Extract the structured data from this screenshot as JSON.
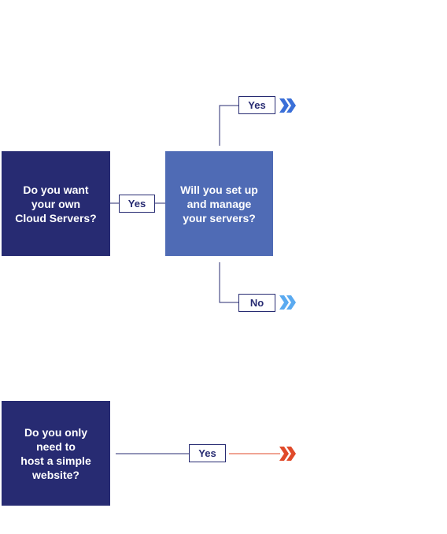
{
  "questions": {
    "q1": "Do you want\nyour own\nCloud Servers?",
    "q2": "Will you set up\nand manage\nyour servers?",
    "q3": "Do you only\nneed to\nhost a simple\nwebsite?"
  },
  "labels": {
    "q1_yes": "Yes",
    "q2_yes": "Yes",
    "q2_no": "No",
    "q3_yes": "Yes"
  },
  "colors": {
    "dark_navy": "#272b72",
    "medium_blue": "#4f6bb5",
    "arrow_blue": "#3a6fd8",
    "arrow_light_blue": "#5aaaf0",
    "arrow_red": "#e04a2a"
  },
  "icons": {
    "q2_yes_arrow": "double-chevron-right",
    "q2_no_arrow": "double-chevron-right",
    "q3_yes_arrow": "double-chevron-right"
  }
}
